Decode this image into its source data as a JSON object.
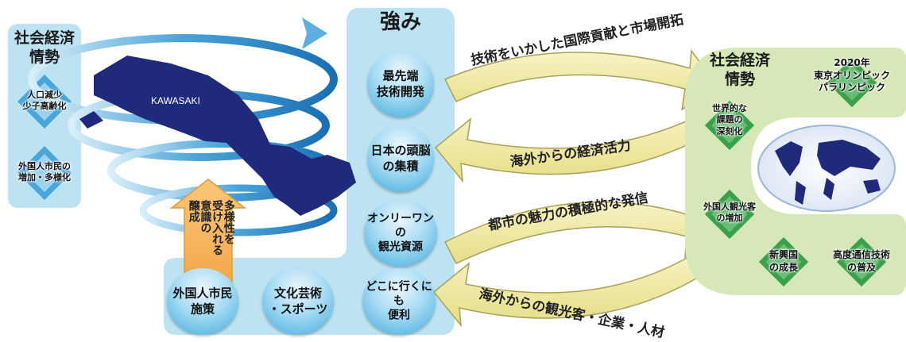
{
  "left": {
    "title_l1": "社会経済",
    "title_l2": "情勢",
    "items": [
      {
        "l1": "人口減少",
        "l2": "少子高齢化"
      },
      {
        "l1": "外国人市民の",
        "l2": "増加・多様化"
      }
    ]
  },
  "map_label": "KAWASAKI",
  "up_arrow_text": [
    "多様性を",
    "受け入れる",
    "意識の",
    "醸成"
  ],
  "strengths": {
    "title": "強み",
    "items": [
      {
        "l1": "最先端",
        "l2": "技術開発"
      },
      {
        "l1": "日本の頭脳",
        "l2": "の集積"
      },
      {
        "l1": "オンリーワンの",
        "l2": "観光資源"
      },
      {
        "l1": "どこに行くにも",
        "l2": "便利"
      }
    ],
    "bottom_items": [
      {
        "l1": "外国人市民",
        "l2": "施策"
      },
      {
        "l1": "文化芸術",
        "l2": "・スポーツ"
      }
    ]
  },
  "arrows": {
    "a1": "技術をいかした国際貢献と市場開拓",
    "a2": "海外からの経済活力",
    "a3": "都市の魅力の積極的な発信",
    "a4": "海外からの観光客・企業・人材"
  },
  "right": {
    "title_l1": "社会経済",
    "title_l2": "情勢",
    "items": [
      {
        "l1": "2020年",
        "l2": "東京オリンピック",
        "l3": "パラリンピック"
      },
      {
        "l1": "世界的な",
        "l2": "課題の",
        "l3": "深刻化"
      },
      {
        "l1": "外国人観光客",
        "l2": "の増加"
      },
      {
        "l1": "新興国",
        "l2": "の成長"
      },
      {
        "l1": "高度通信技術",
        "l2": "の普及"
      }
    ]
  },
  "colors": {
    "light_blue_panel": "#bde3f3",
    "dark_blue_map": "#1f2a7a",
    "arrow_yellow": "#f0eba8",
    "green_panel": "#d7e8b8",
    "diamond_green": "#3aa14a",
    "orange_arrow": "#f7b35a"
  }
}
